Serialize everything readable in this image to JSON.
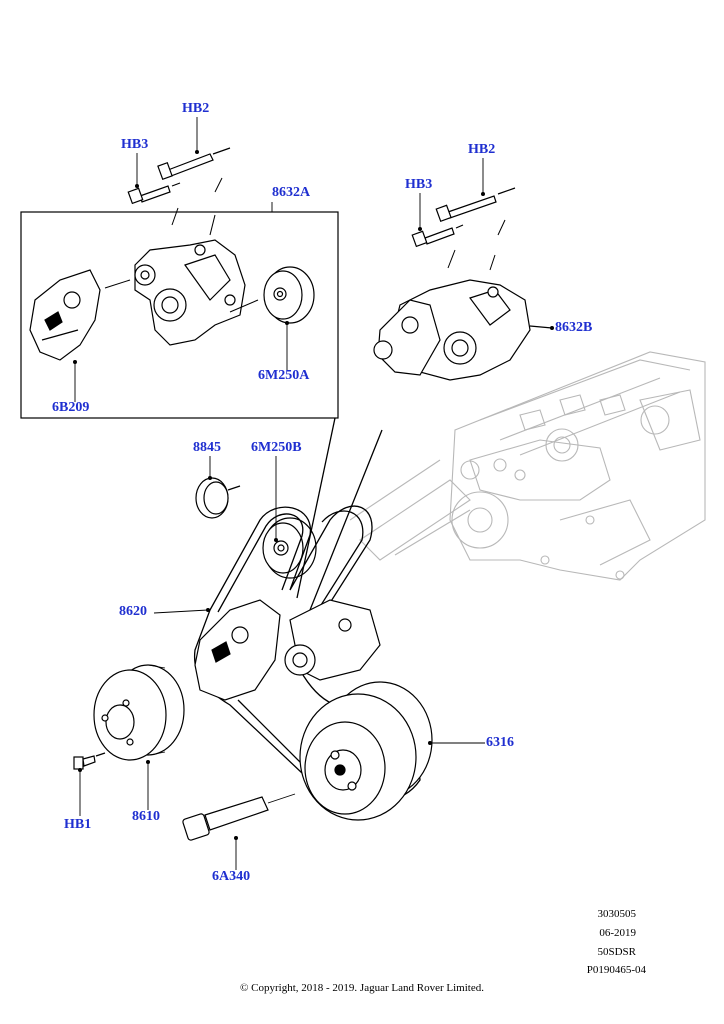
{
  "callouts": {
    "hb2_top": "HB2",
    "hb3_top": "HB3",
    "kit_8632a": "8632A",
    "hb2_right": "HB2",
    "hb3_right": "HB3",
    "tensioner_8632b": "8632B",
    "idler_6m250a": "6M250A",
    "tensioner_6b209": "6B209",
    "cap_8845": "8845",
    "idler_6m250b": "6M250B",
    "belt_8620": "8620",
    "damper_6316": "6316",
    "hb1": "HB1",
    "pulley_8610": "8610",
    "bolt_6a340": "6A340"
  },
  "meta": {
    "ref1": "3030505",
    "date": "06-2019",
    "code": "50SDSR",
    "ref2": "P0190465-04"
  },
  "copyright": "© Copyright, 2018 - 2019. Jaguar Land Rover Limited.",
  "colors": {
    "callout": "#1f2fd0",
    "line": "#000000",
    "ghost": "#b8b8b8"
  }
}
